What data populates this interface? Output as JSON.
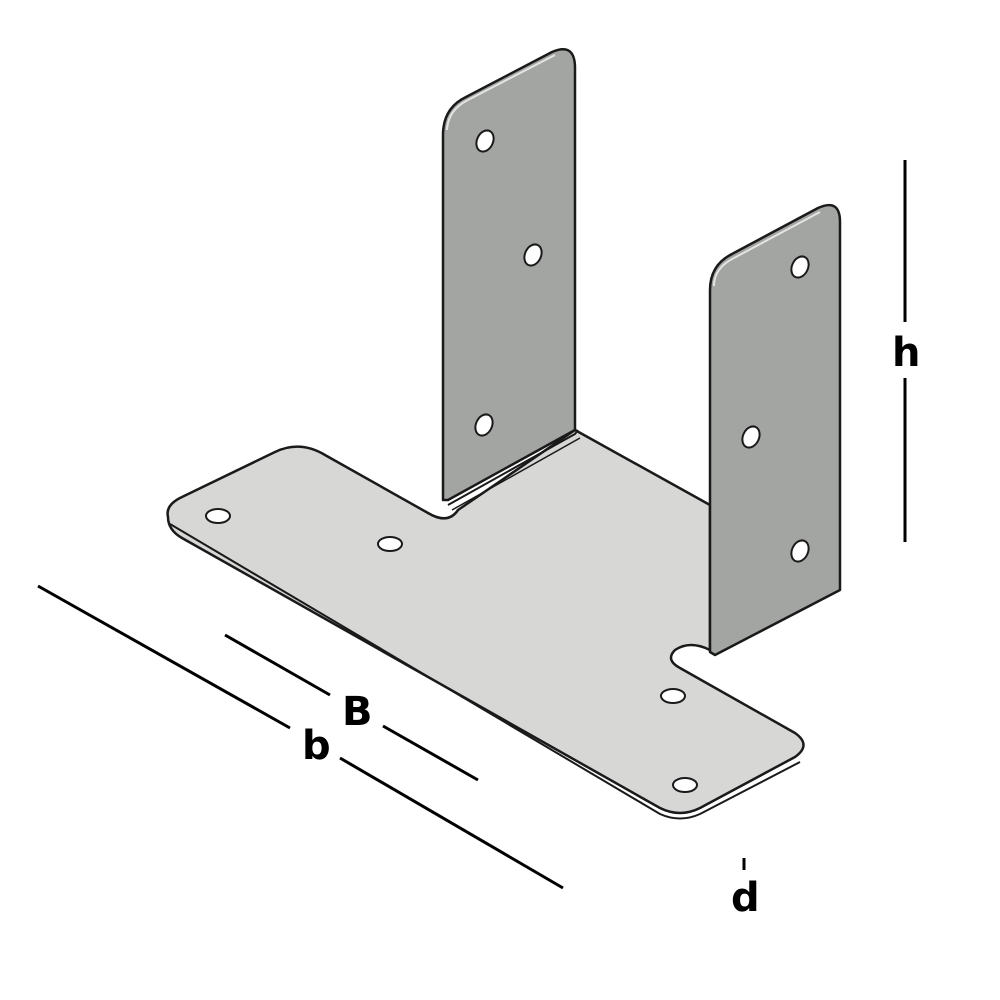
{
  "diagram": {
    "subject": "U-shaped post base bracket (galvanized steel) with T-shaped base plate",
    "colors": {
      "background": "#ffffff",
      "upright_face": "#a3a5a2",
      "base_plate": "#d7d8d6",
      "edge": "#1a1a1a",
      "dimension_line": "#000000"
    },
    "dimensions": {
      "h": {
        "label": "h",
        "meaning": "upright height"
      },
      "B": {
        "label": "B",
        "meaning": "inner width"
      },
      "b": {
        "label": "b",
        "meaning": "base plate length"
      },
      "d": {
        "label": "d",
        "meaning": "thickness"
      }
    },
    "holes": {
      "left_upright": 3,
      "right_upright": 3,
      "base_plate": 4
    }
  }
}
